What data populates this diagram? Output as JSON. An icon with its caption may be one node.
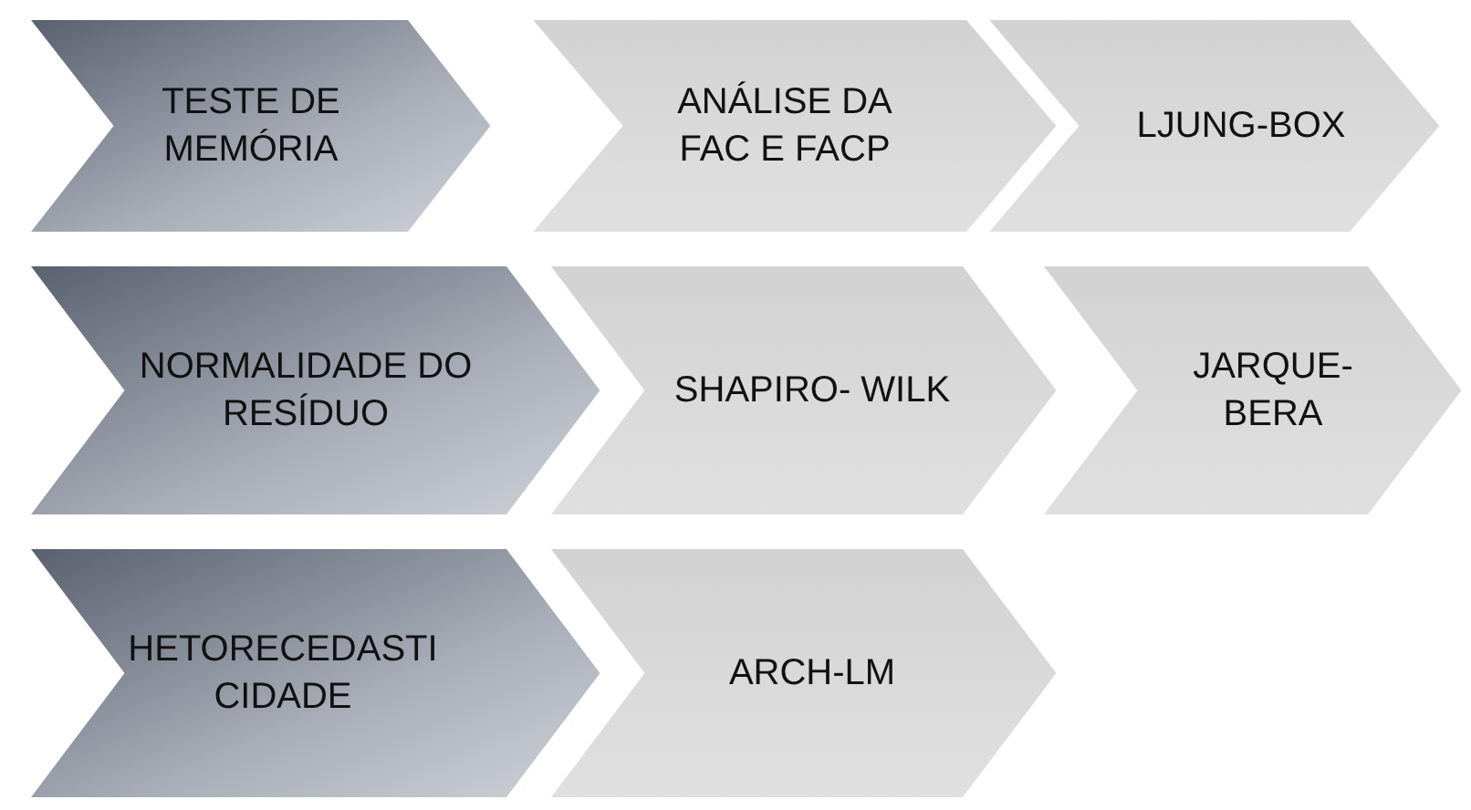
{
  "diagram": {
    "nodes": [
      {
        "text": [
          "TESTE DE MEMÓRIA"
        ]
      },
      {
        "text": [
          "ANÁLISE DA FAC E FACP"
        ]
      },
      {
        "text": [
          "LJUNG-BOX"
        ]
      },
      {
        "text": [
          "NORMALIDADE DO RESÍDUO"
        ]
      },
      {
        "text": [
          "SHAPIRO- WILK"
        ]
      },
      {
        "text": [
          "JARQUE- BERA"
        ]
      },
      {
        "text": [
          "HETORECEDASTI CIDADE"
        ]
      },
      {
        "text": [
          "ARCH-LM"
        ]
      }
    ]
  }
}
